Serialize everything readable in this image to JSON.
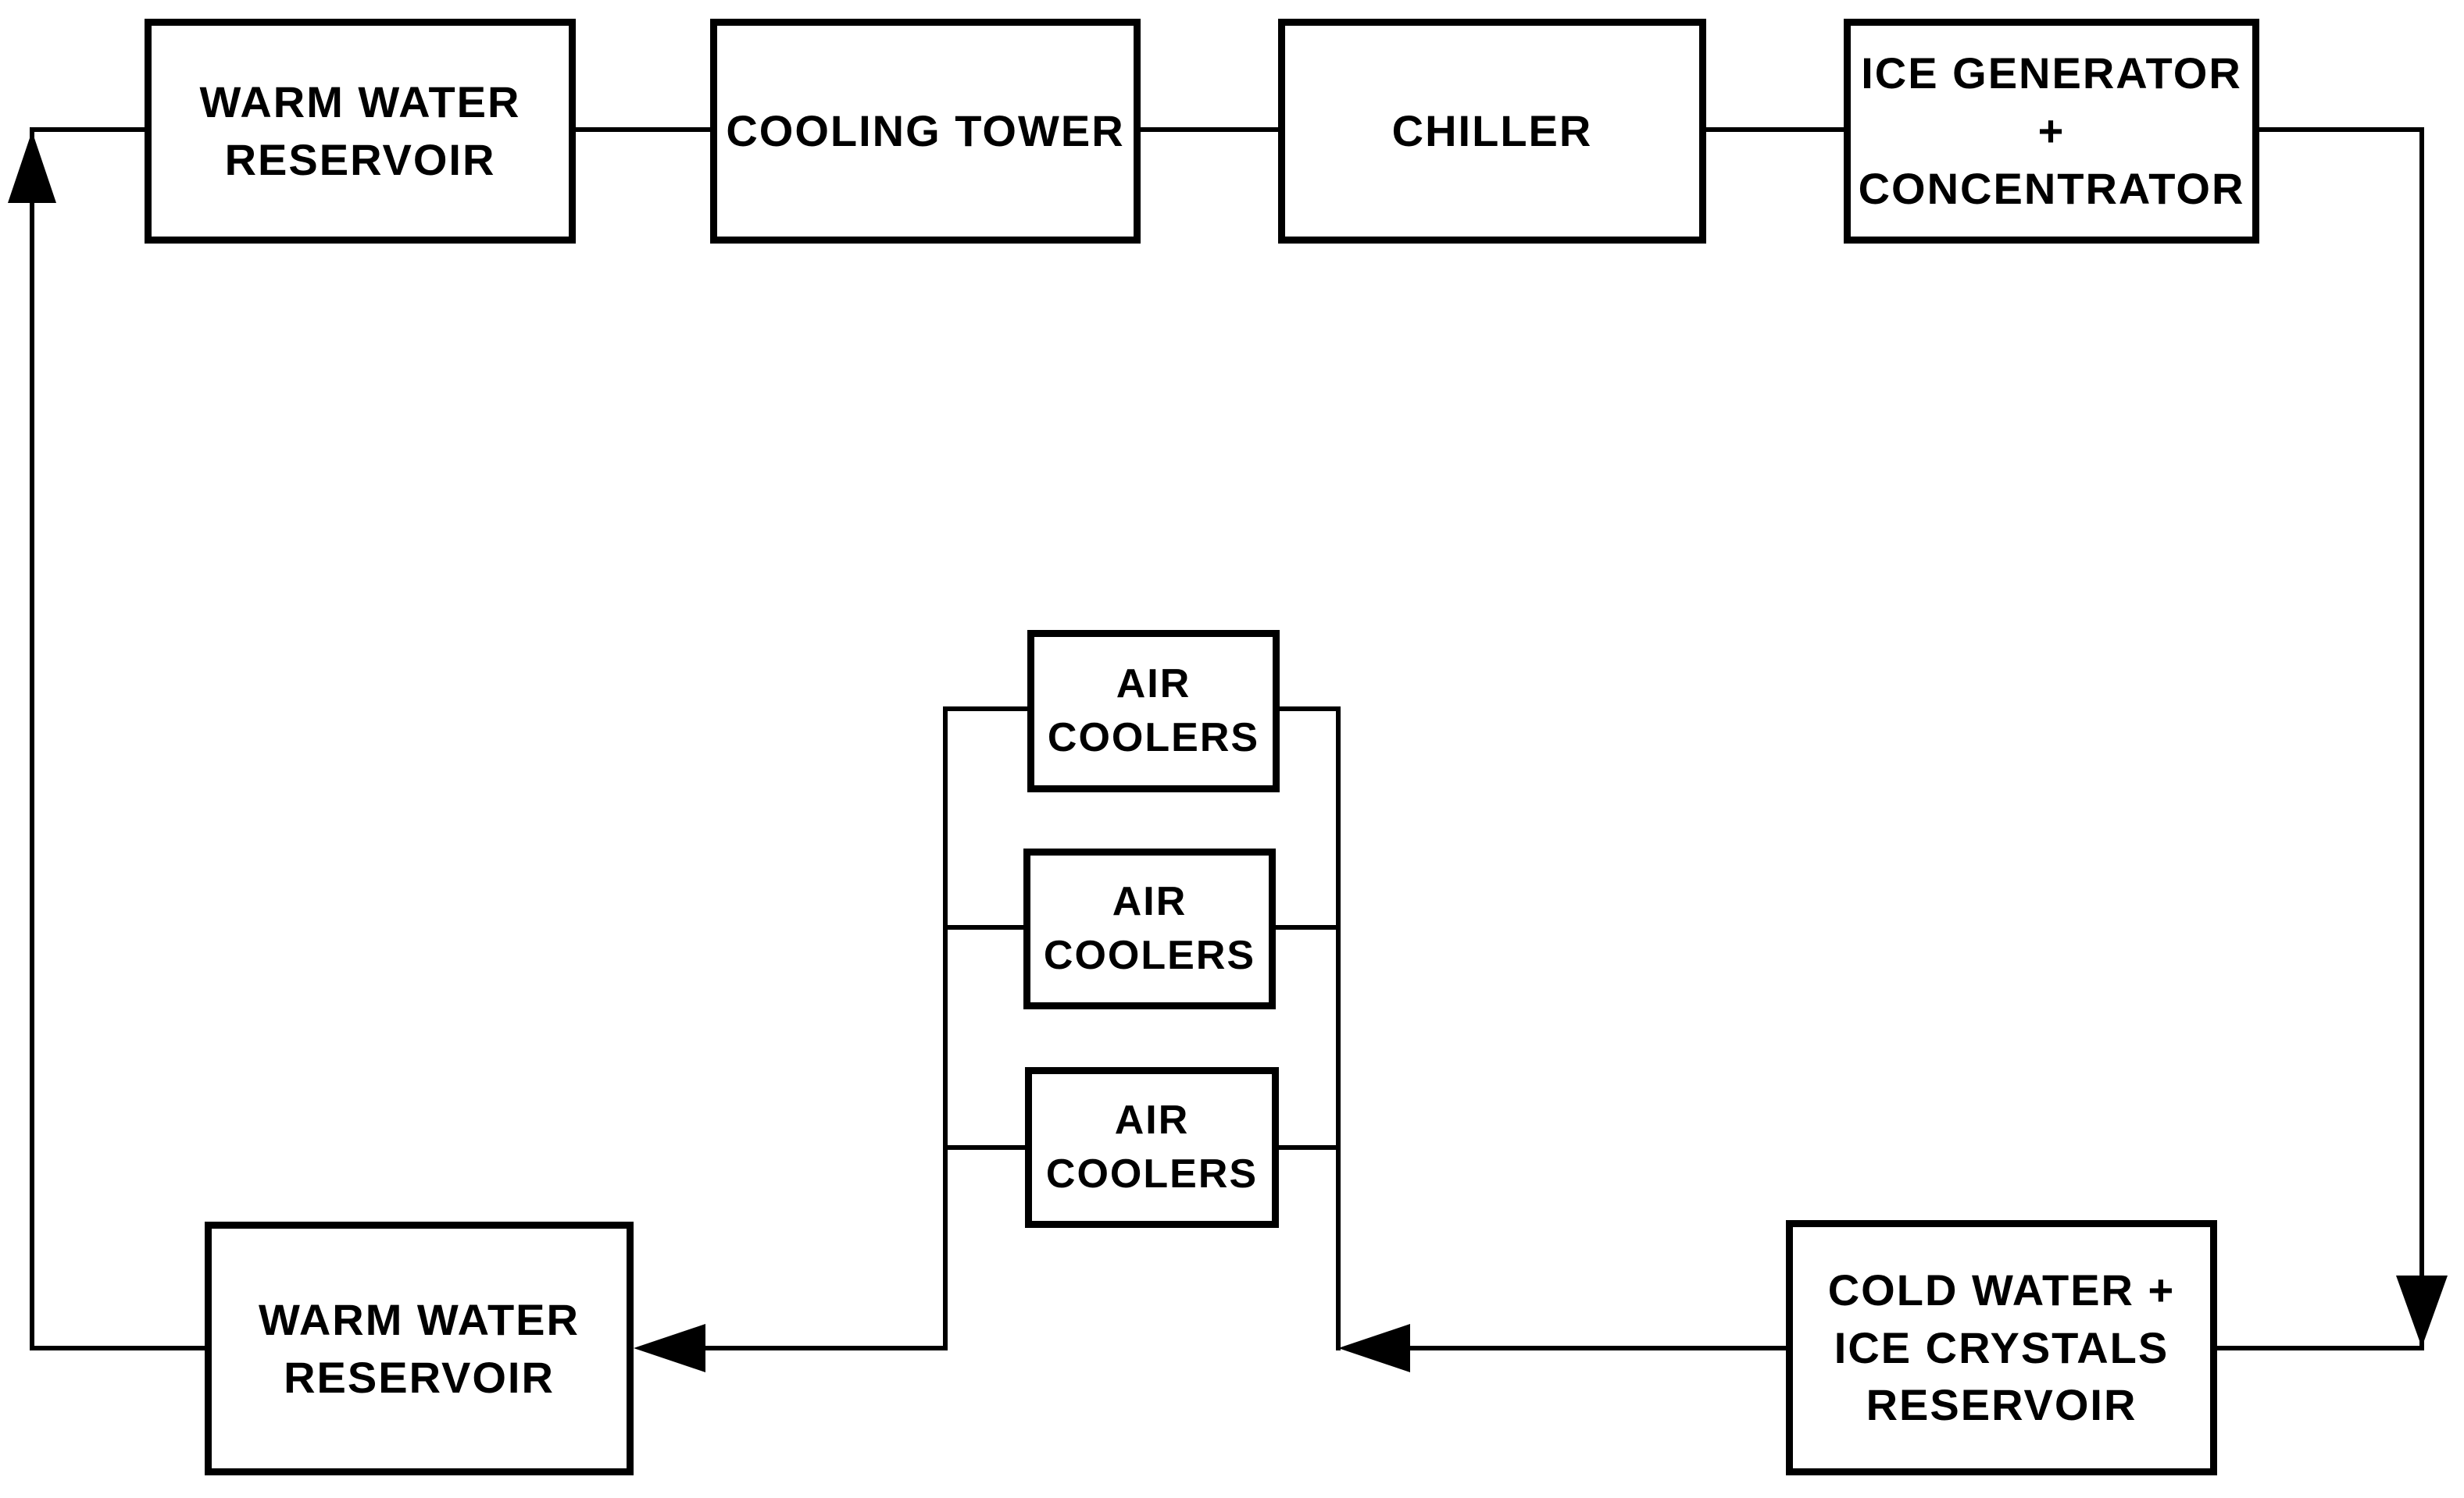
{
  "diagram": {
    "type": "process-flow-block-diagram",
    "colors": {
      "background": "#ffffff",
      "line": "#000000",
      "box_fill": "#ffffff",
      "box_border": "#000000",
      "text": "#000000"
    },
    "nodes": [
      {
        "id": "warm-water-reservoir-top",
        "label": "WARM WATER\nRESERVOIR"
      },
      {
        "id": "cooling-tower",
        "label": "COOLING TOWER"
      },
      {
        "id": "chiller",
        "label": "CHILLER"
      },
      {
        "id": "ice-generator-concentrator",
        "label": "ICE GENERATOR\n+\nCONCENTRATOR"
      },
      {
        "id": "air-coolers-1",
        "label": "AIR\nCOOLERS"
      },
      {
        "id": "air-coolers-2",
        "label": "AIR\nCOOLERS"
      },
      {
        "id": "air-coolers-3",
        "label": "AIR\nCOOLERS"
      },
      {
        "id": "cold-water-ice-crystals-reservoir",
        "label": "COLD WATER +\nICE CRYSTALS\nRESERVOIR"
      },
      {
        "id": "warm-water-reservoir-bottom",
        "label": "WARM WATER\nRESERVOIR"
      }
    ],
    "edges": [
      {
        "from": "warm-water-reservoir-top",
        "to": "cooling-tower",
        "arrow": false
      },
      {
        "from": "cooling-tower",
        "to": "chiller",
        "arrow": false
      },
      {
        "from": "chiller",
        "to": "ice-generator-concentrator",
        "arrow": false
      },
      {
        "from": "ice-generator-concentrator",
        "to": "cold-water-ice-crystals-reservoir",
        "arrow": true,
        "arrow_direction": "down"
      },
      {
        "from": "cold-water-ice-crystals-reservoir",
        "to": "air-coolers-parallel-bank",
        "arrow": true,
        "arrow_direction": "left"
      },
      {
        "from": "air-coolers-parallel-bank",
        "to": "warm-water-reservoir-bottom",
        "arrow": true,
        "arrow_direction": "left"
      },
      {
        "from": "warm-water-reservoir-bottom",
        "to": "warm-water-reservoir-top",
        "arrow": true,
        "arrow_direction": "up"
      }
    ]
  }
}
